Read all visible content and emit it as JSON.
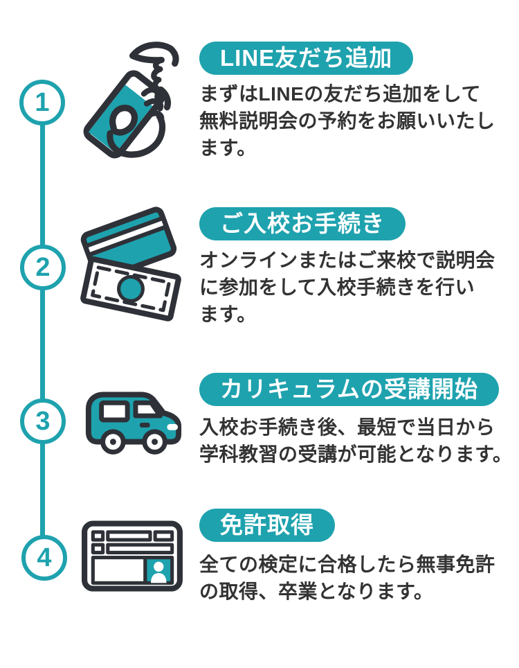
{
  "colors": {
    "accent_teal": "#1EA2AE",
    "outline_dark": "#2E3137",
    "text_dark": "#333333",
    "bg": "#FFFFFF"
  },
  "steps": [
    {
      "number": "1",
      "icon": "smartphone-tap-icon",
      "badge_label": "LINE友だち追加",
      "description": "まずはLINEの友だち追加をして無料説明会の予約をお願いいたします。",
      "description_lines": [
        "まずはLINEの友だち追加をして",
        "無料説明会の予約をお願いいたし",
        "ます。"
      ]
    },
    {
      "number": "2",
      "icon": "card-payment-icon",
      "badge_label": "ご入校お手続き",
      "description": "オンラインまたはご来校で説明会に参加をして入校手続きを行います。",
      "description_lines": [
        "オンラインまたはご来校で説明会",
        "に参加をして入校手続きを行い",
        "ます。"
      ]
    },
    {
      "number": "3",
      "icon": "car-icon",
      "badge_label": "カリキュラムの受講開始",
      "description": "入校お手続き後、最短で当日から学科教習の受講が可能となります。",
      "description_lines": [
        "入校お手続き後、最短で当日から",
        "学科教習の受講が可能となります。"
      ]
    },
    {
      "number": "4",
      "icon": "license-card-icon",
      "badge_label": "免許取得",
      "description": "全ての検定に合格したら無事免許の取得、卒業となります。",
      "description_lines": [
        "全ての検定に合格したら無事免許",
        "の取得、卒業となります。"
      ]
    }
  ]
}
